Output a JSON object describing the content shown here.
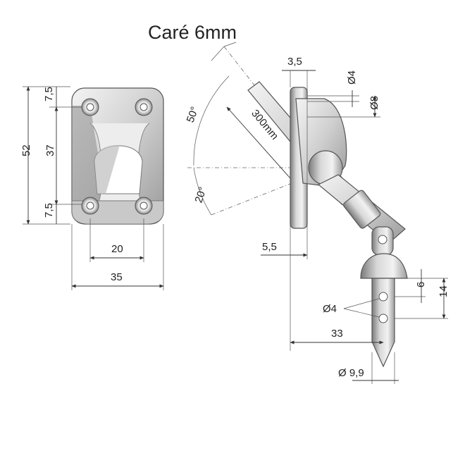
{
  "title": "Caré 6mm",
  "front_view": {
    "height_total": "52",
    "height_mid": "37",
    "margin_top": "7,5",
    "margin_bottom": "7,5",
    "hole_spacing": "20",
    "width": "35"
  },
  "side_view": {
    "plate_thickness": "3,5",
    "hole_small": "Ø4",
    "hole_large": "Ø8",
    "angle_up": "50°",
    "angle_down": "20°",
    "rod_length": "300mm",
    "offset": "5,5",
    "pin_hole_spacing": "6",
    "pin_length": "14",
    "pin_holes": "Ø4",
    "reach": "33",
    "tip_diameter": "Ø 9,9"
  }
}
